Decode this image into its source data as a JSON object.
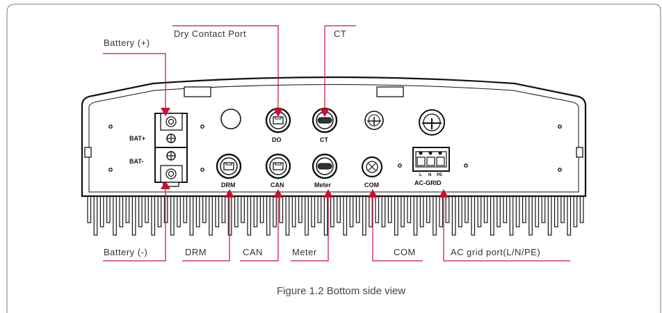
{
  "colors": {
    "callout": "#c8102e",
    "border": "#777777",
    "device": "#111111"
  },
  "labels": {
    "battery_plus": "Battery (+)",
    "battery_minus": "Battery (-)",
    "dry_contact": "Dry Contact Port",
    "ct": "CT",
    "drm": "DRM",
    "can": "CAN",
    "meter": "Meter",
    "com": "COM",
    "ac_grid_port": "AC grid port(L/N/PE)"
  },
  "device_text": {
    "bat_plus": "BAT+",
    "bat_minus": "BAT-",
    "do": "DO",
    "ct": "CT",
    "drm": "DRM",
    "can": "CAN",
    "meter": "Meter",
    "com": "COM",
    "ac_grid": "AC-GRID",
    "l": "L",
    "n": "N",
    "pe": "PE"
  },
  "caption": "Figure 1.2 Bottom side view"
}
